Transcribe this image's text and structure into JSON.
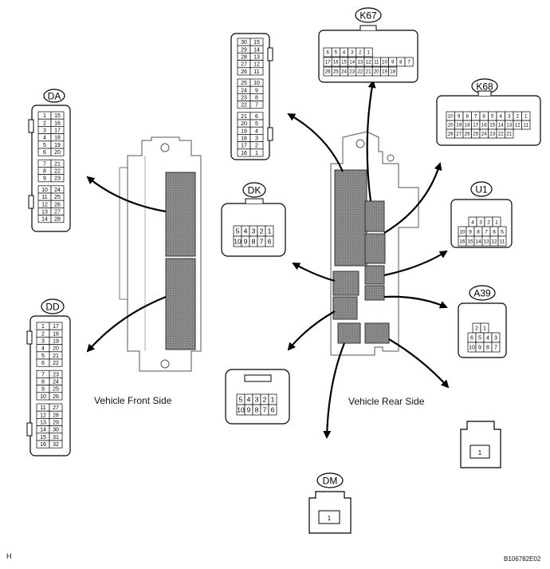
{
  "labels": {
    "front": "Vehicle Front Side",
    "rear": "Vehicle Rear Side",
    "corner": "H",
    "code": "B106782E02"
  },
  "connectors": {
    "DA": {
      "name": "DA",
      "rows": [
        [
          "1",
          "15"
        ],
        [
          "2",
          "16"
        ],
        [
          "3",
          "17"
        ],
        [
          "4",
          "18"
        ],
        [
          "5",
          "19"
        ],
        [
          "6",
          "20"
        ],
        [
          "7",
          "21"
        ],
        [
          "8",
          "22"
        ],
        [
          "9",
          "23"
        ],
        [
          "10",
          "24"
        ],
        [
          "11",
          "25"
        ],
        [
          "12",
          "26"
        ],
        [
          "13",
          "27"
        ],
        [
          "14",
          "28"
        ]
      ]
    },
    "DD": {
      "name": "DD",
      "rows": [
        [
          "1",
          "17"
        ],
        [
          "2",
          "18"
        ],
        [
          "3",
          "19"
        ],
        [
          "4",
          "20"
        ],
        [
          "5",
          "21"
        ],
        [
          "6",
          "22"
        ],
        [
          "7",
          "23"
        ],
        [
          "8",
          "24"
        ],
        [
          "9",
          "25"
        ],
        [
          "10",
          "26"
        ],
        [
          "11",
          "27"
        ],
        [
          "12",
          "28"
        ],
        [
          "13",
          "29"
        ],
        [
          "14",
          "30"
        ],
        [
          "15",
          "31"
        ],
        [
          "16",
          "32"
        ]
      ]
    },
    "tall": {
      "rows": [
        [
          "30",
          "15"
        ],
        [
          "29",
          "14"
        ],
        [
          "28",
          "13"
        ],
        [
          "27",
          "12"
        ],
        [
          "26",
          "11"
        ],
        [
          "25",
          "10"
        ],
        [
          "24",
          "9"
        ],
        [
          "23",
          "8"
        ],
        [
          "22",
          "7"
        ],
        [
          "21",
          "6"
        ],
        [
          "20",
          "5"
        ],
        [
          "19",
          "4"
        ],
        [
          "18",
          "3"
        ],
        [
          "17",
          "2"
        ],
        [
          "16",
          "1"
        ]
      ]
    },
    "K67": {
      "name": "K67",
      "row1": [
        "6",
        "5",
        "4",
        "3",
        "2",
        "1"
      ],
      "row2": [
        "17",
        "16",
        "15",
        "14",
        "13",
        "12",
        "11",
        "10",
        "9",
        "8",
        "7"
      ],
      "row3": [
        "26",
        "25",
        "24",
        "23",
        "22",
        "21",
        "20",
        "19",
        "18"
      ]
    },
    "K68": {
      "name": "K68",
      "row1": [
        "10",
        "9",
        "8",
        "7",
        "6",
        "5",
        "4",
        "3",
        "2",
        "1"
      ],
      "row2": [
        "20",
        "19",
        "18",
        "17",
        "16",
        "15",
        "14",
        "13",
        "12",
        "11"
      ],
      "row3": [
        "28",
        "27",
        "26",
        "25",
        "24",
        "23",
        "22",
        "21"
      ]
    },
    "DK": {
      "name": "DK",
      "row1": [
        "5",
        "4",
        "3",
        "2",
        "1"
      ],
      "row2": [
        "10",
        "9",
        "8",
        "7",
        "6"
      ]
    },
    "U1": {
      "name": "U1",
      "row1": [
        "4",
        "3",
        "2",
        "1"
      ],
      "row2": [
        "10",
        "9",
        "8",
        "7",
        "6",
        "5"
      ],
      "row3": [
        "16",
        "15",
        "14",
        "13",
        "12",
        "11"
      ]
    },
    "A39": {
      "name": "A39",
      "row1": [
        "2",
        "1"
      ],
      "row2": [
        "6",
        "5",
        "4",
        "3"
      ],
      "row3": [
        "10",
        "9",
        "8",
        "7"
      ]
    },
    "ND": {
      "row1": [
        "5",
        "4",
        "3",
        "2",
        "1"
      ],
      "row2": [
        "10",
        "9",
        "8",
        "7",
        "6"
      ]
    },
    "DM": {
      "name": "DM",
      "pin": "1"
    },
    "single": {
      "pin": "1"
    }
  }
}
